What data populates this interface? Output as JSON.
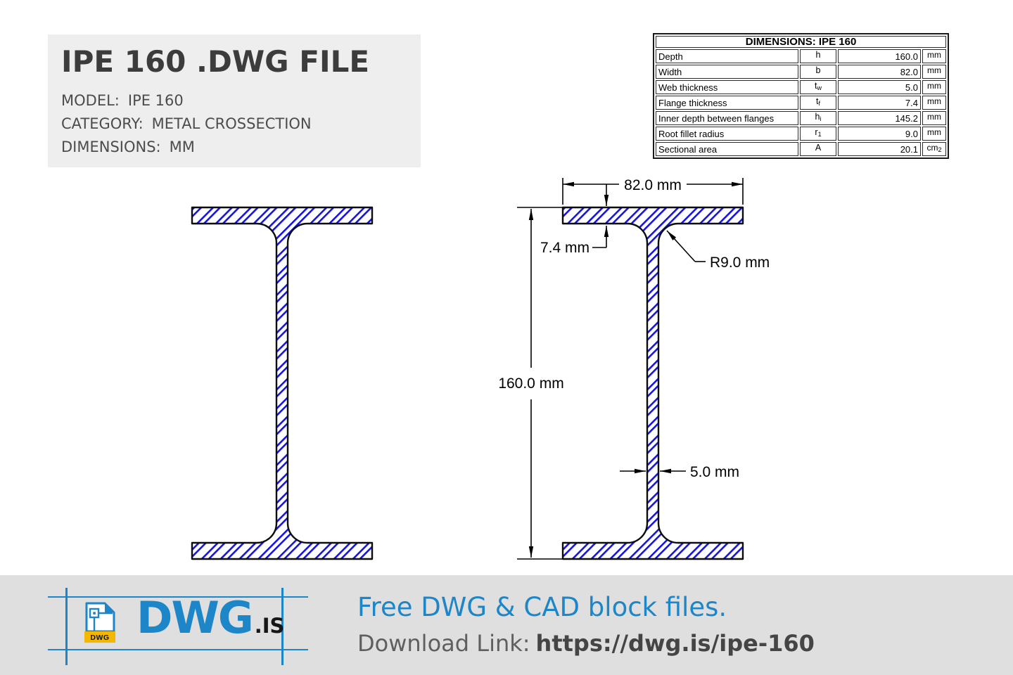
{
  "header": {
    "title": "IPE 160 .DWG FILE",
    "rows": [
      {
        "label": "MODEL:",
        "value": "IPE 160"
      },
      {
        "label": "CATEGORY:",
        "value": "METAL CROSSECTION"
      },
      {
        "label": "DIMENSIONS:",
        "value": "MM"
      }
    ]
  },
  "dimensions_table": {
    "title": "DIMENSIONS: IPE 160",
    "rows": [
      {
        "name": "Depth",
        "sym": "h",
        "sym_sub": "",
        "value": "160.0",
        "unit": "mm",
        "unit_sub": ""
      },
      {
        "name": "Width",
        "sym": "b",
        "sym_sub": "",
        "value": "82.0",
        "unit": "mm",
        "unit_sub": ""
      },
      {
        "name": "Web thickness",
        "sym": "t",
        "sym_sub": "w",
        "value": "5.0",
        "unit": "mm",
        "unit_sub": ""
      },
      {
        "name": "Flange thickness",
        "sym": "t",
        "sym_sub": "f",
        "value": "7.4",
        "unit": "mm",
        "unit_sub": ""
      },
      {
        "name": "Inner depth between flanges",
        "sym": "h",
        "sym_sub": "i",
        "value": "145.2",
        "unit": "mm",
        "unit_sub": ""
      },
      {
        "name": "Root fillet radius",
        "sym": "r",
        "sym_sub": "1",
        "value": "9.0",
        "unit": "mm",
        "unit_sub": ""
      },
      {
        "name": "Sectional area",
        "sym": "A",
        "sym_sub": "",
        "value": "20.1",
        "unit": "cm",
        "unit_sub": "2"
      }
    ]
  },
  "drawing": {
    "dim_width": "82.0 mm",
    "dim_flange_thickness": "7.4 mm",
    "dim_fillet_radius": "R9.0 mm",
    "dim_depth": "160.0 mm",
    "dim_web_thickness": "5.0 mm",
    "hatch_color": "#1515dd",
    "outline_color": "#0d0d0d"
  },
  "footer": {
    "logo_word": "DWG",
    "logo_tld": ".IS",
    "file_badge": "DWG",
    "tagline": "Free DWG & CAD block files.",
    "download_label": "Download Link:",
    "download_url": "https://dwg.is/ipe-160",
    "accent_blue": "#1d86c8",
    "badge_yellow": "#f3b700"
  }
}
